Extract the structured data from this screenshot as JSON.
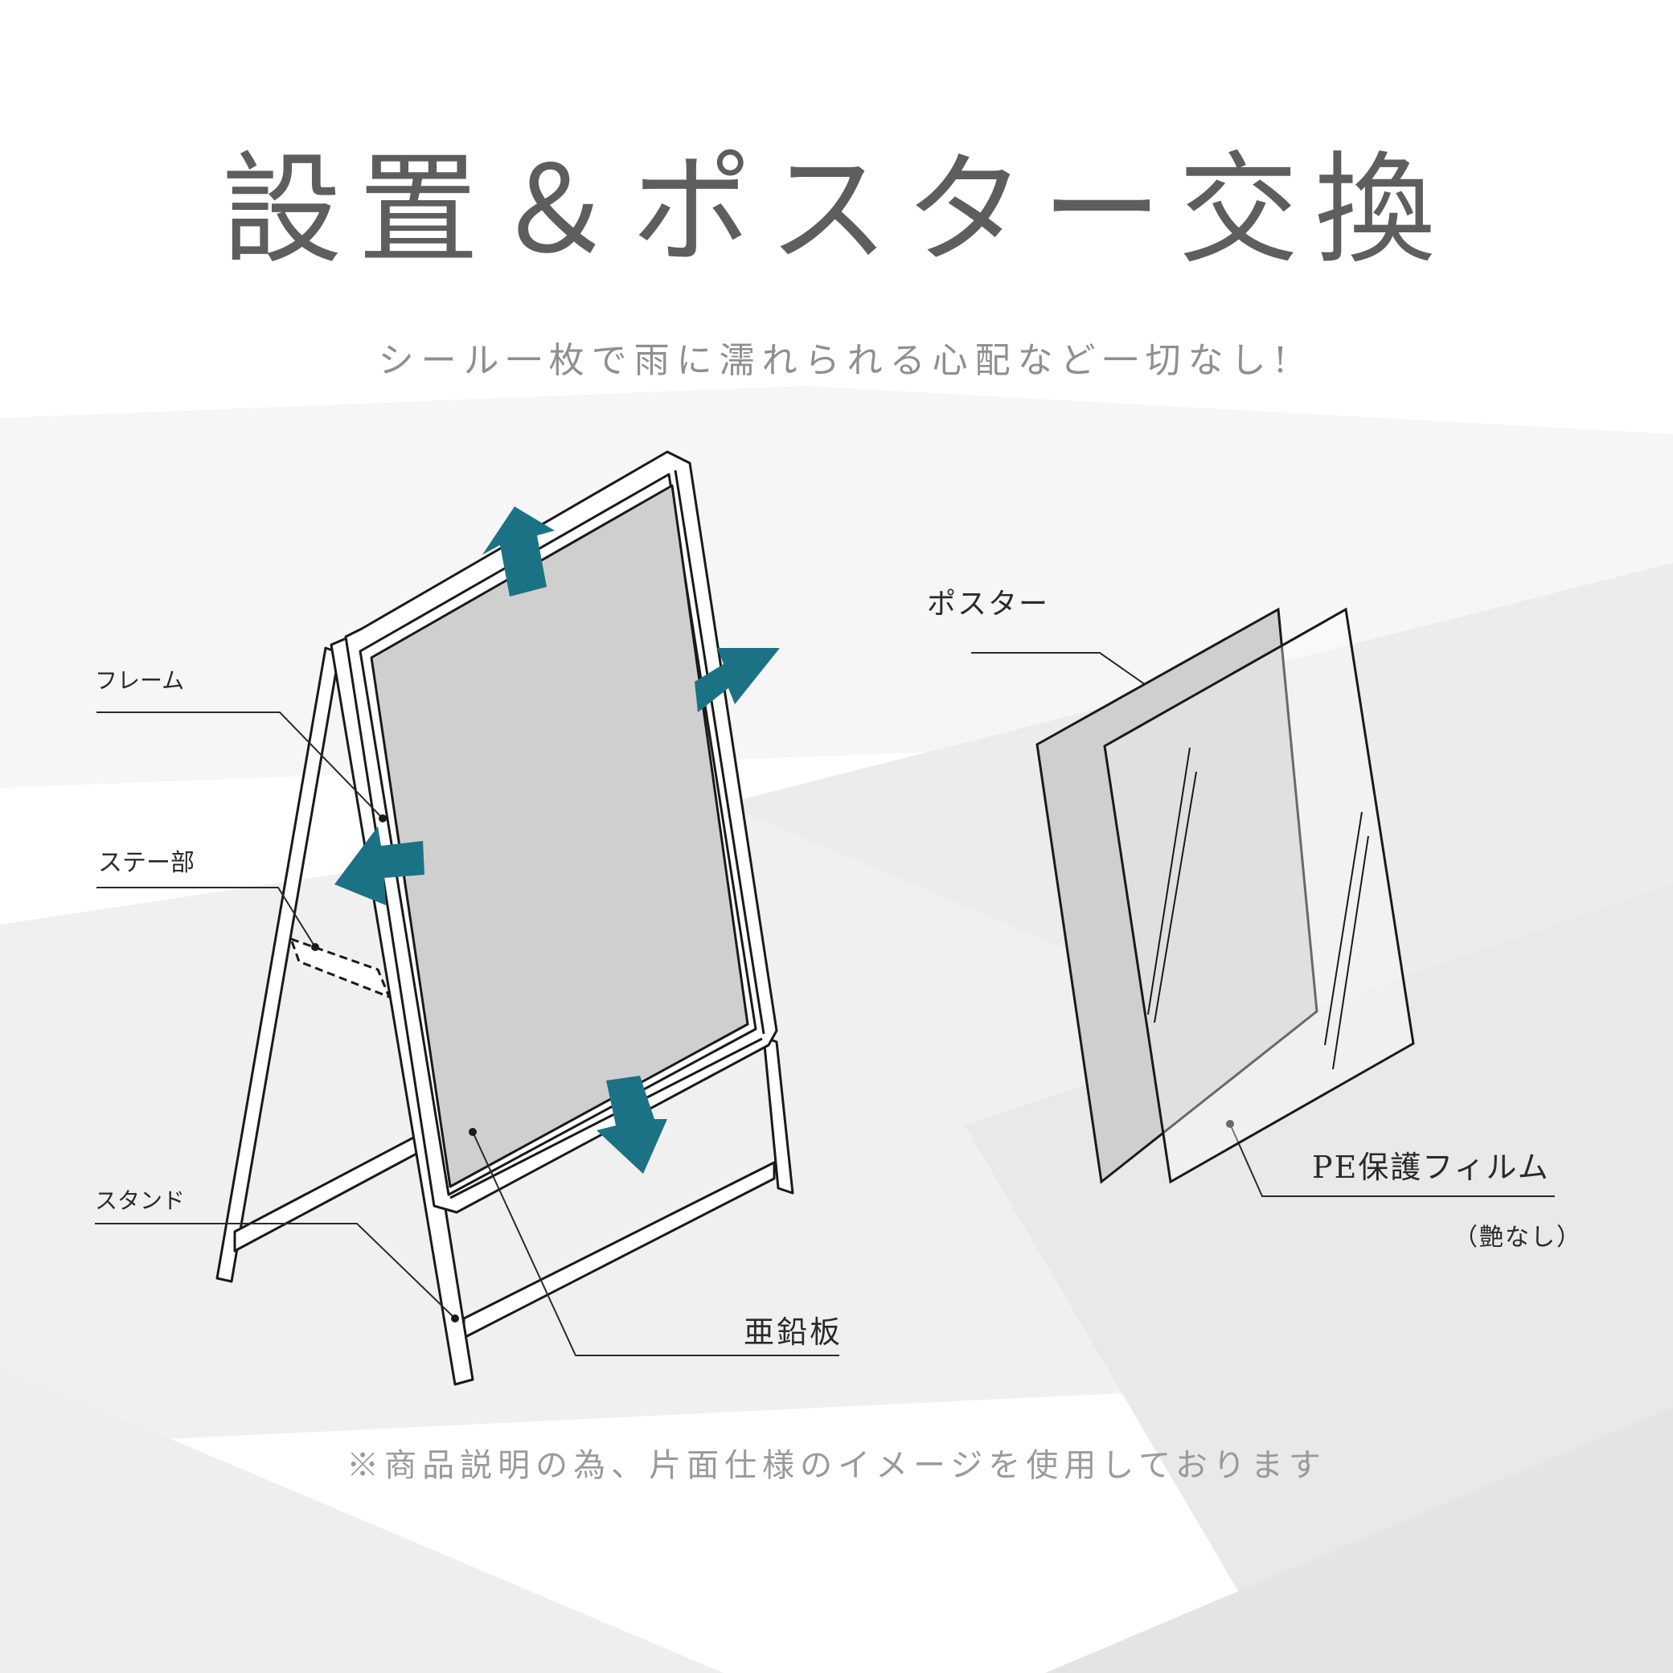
{
  "title": "設置＆ポスター交換",
  "subtitle": "シール一枚で雨に濡れられる心配など一切なし!",
  "labels": {
    "frame": "フレーム",
    "stay": "ステー部",
    "stand": "スタンド",
    "zinc_plate": "亜鉛板",
    "poster": "ポスター",
    "film": "PE保護フィルム",
    "film_note": "（艶なし）"
  },
  "note": "※商品説明の為、片面仕様のイメージを使用しております",
  "colors": {
    "title": "#5e5e5e",
    "subtitle": "#8f8f8f",
    "arrow": "#1c7285",
    "panel_gray": "#cfcfcf",
    "line": "#1a1a1a"
  }
}
